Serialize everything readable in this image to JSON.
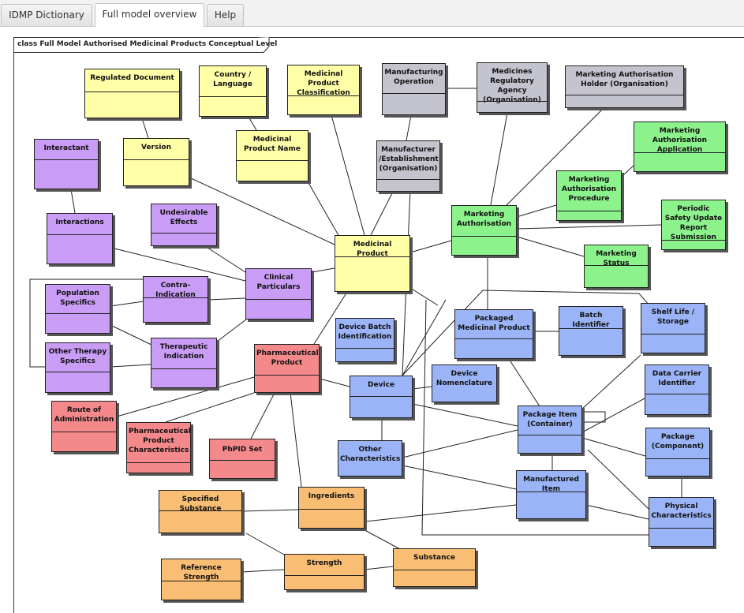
{
  "tabs": [
    {
      "label": "IDMP Dictionary",
      "active": false
    },
    {
      "label": "Full model overview",
      "active": true
    },
    {
      "label": "Help",
      "active": false
    }
  ],
  "diagram": {
    "title": "class Full Model Authorised Medicinal Products Conceptual Level",
    "colors": {
      "yellow": "#ffffa8",
      "grey": "#c4c4cf",
      "purple": "#c99cf5",
      "green": "#8cf28c",
      "red": "#f4898c",
      "blue": "#9ab4f7",
      "orange": "#f9be74"
    },
    "classes": {
      "regulated_document": "Regulated Document",
      "country_language": "Country / Language",
      "mp_classification": "Medicinal Product Classification",
      "manufacturing_operation": "Manufacturing Operation",
      "medicines_regulatory_agency": "Medicines Regulatory Agency (Organisation)",
      "ma_holder": "Marketing Authorisation Holder (Organisation)",
      "interactant": "Interactant",
      "version": "Version",
      "mp_name": "Medicinal Product Name",
      "manufacturer": "Manufacturer /Establishment (Organisation)",
      "ma_application": "Marketing Authorisation Application",
      "undesirable_effects": "Undesirable Effects",
      "interactions": "Interactions",
      "ma_procedure": "Marketing Authorisation Procedure",
      "marketing_authorisation": "Marketing Authorisation",
      "psur": "Periodic Safety Update Report Submission",
      "medicinal_product": "Medicinal Product",
      "marketing_status": "Marketing Status",
      "clinical_particulars": "Clinical Particulars",
      "population_specifics": "Population Specifics",
      "contra_indication": "Contra-Indication",
      "packaged_mp": "Packaged Medicinal Product",
      "batch_identifier": "Batch Identifier",
      "shelf_life": "Shelf Life / Storage",
      "device_batch": "Device Batch Identification",
      "other_therapy": "Other Therapy Specifics",
      "therapeutic_indication": "Therapeutic Indication",
      "pharmaceutical_product": "Pharmaceutical Product",
      "device": "Device",
      "device_nomenclature": "Device Nomenclature",
      "data_carrier": "Data Carrier Identifier",
      "route_of_administration": "Route of Administration",
      "package_item": "Package Item (Container)",
      "pharm_product_characteristics": "Pharmaceutical Product Characteristics",
      "phpid_set": "PhPID Set",
      "other_characteristics": "Other Characteristics",
      "package_component": "Package (Component)",
      "manufactured_item": "Manufactured Item",
      "specified_substance": "Specified Substance",
      "ingredients": "Ingredients",
      "physical_characteristics": "Physical Characteristics",
      "substance": "Substance",
      "reference_strength": "Reference Strength",
      "strength": "Strength"
    }
  }
}
